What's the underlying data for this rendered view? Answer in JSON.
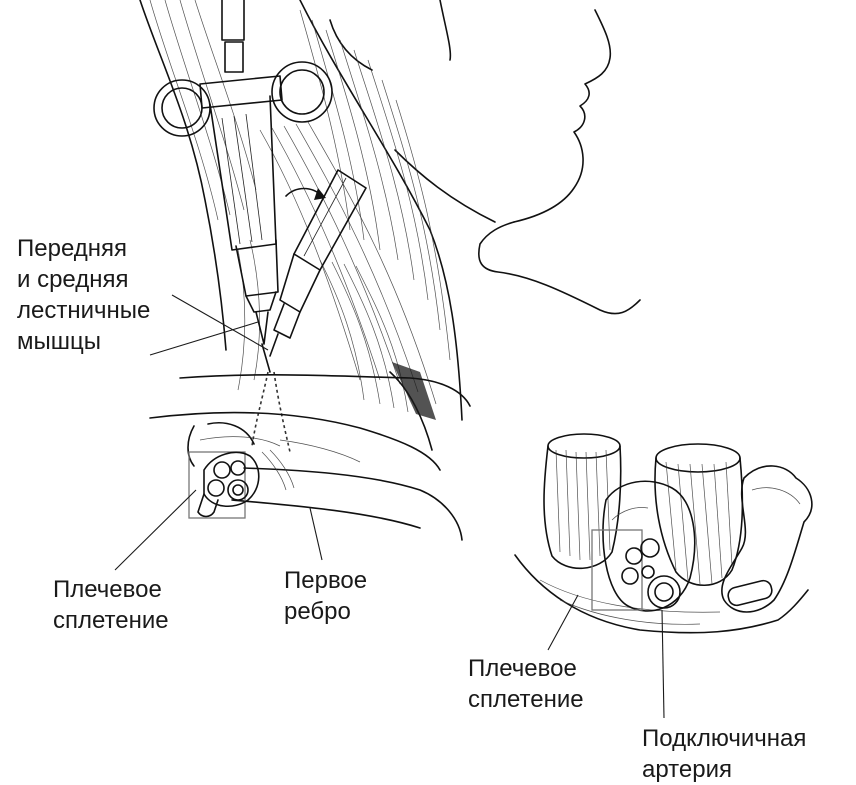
{
  "labels": {
    "scalene_line1": "Передняя",
    "scalene_line2": "и средняя",
    "scalene_line3": "лестничные",
    "scalene_line4": "мышцы",
    "plexus_line1": "Плечевое",
    "plexus_line2": "сплетение",
    "rib_line1": "Первое",
    "rib_line2": "ребро",
    "inset_plexus_line1": "Плечевое",
    "inset_plexus_line2": "сплетение",
    "artery_line1": "Подключичная",
    "artery_line2": "артерия"
  }
}
